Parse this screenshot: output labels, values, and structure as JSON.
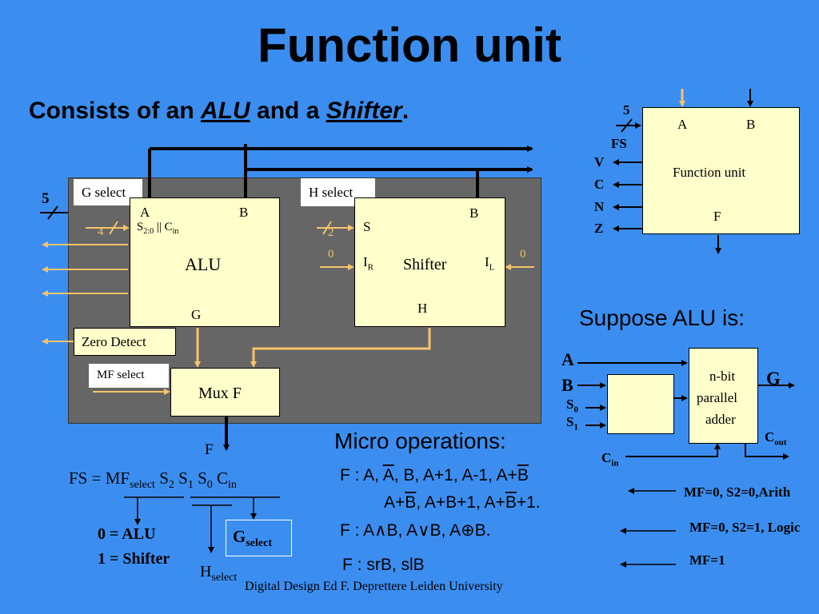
{
  "title": "Function unit",
  "subtitle": {
    "prefix": "Consists of an ",
    "alu": "ALU",
    "middle": " and a ",
    "shifter": "Shifter",
    "suffix": "."
  },
  "main_diagram": {
    "fs_width": "5",
    "g_select": "G select",
    "h_select": "H select",
    "alu_label": "ALU",
    "alu_a": "A",
    "alu_b": "B",
    "alu_g": "G",
    "alu_s": "S",
    "alu_s_sub": "2:0",
    "alu_or": " || C",
    "alu_in": "in",
    "alu_width": "4",
    "shifter_label": "Shifter",
    "shifter_s": "S",
    "shifter_b": "B",
    "shifter_h": "H",
    "shifter_ir": "I",
    "shifter_ir_sub": "R",
    "shifter_il": "I",
    "shifter_il_sub": "L",
    "shifter_width": "2",
    "zero_left": "0",
    "zero_right": "0",
    "zero_detect": "Zero Detect",
    "mf_select": "MF select",
    "mux_f": "Mux F",
    "output_f": "F"
  },
  "fs_equation": {
    "lhs": "FS = MF",
    "select_sub": "select",
    "s2": "S",
    "s2_sub": "2",
    "s1": "S",
    "s1_sub": "1",
    "s0": "S",
    "s0_sub": "0",
    "cin": "C",
    "cin_sub": "in",
    "alu_line": "0 = ALU",
    "shifter_line": "1 = Shifter",
    "g_select": "G",
    "g_select_sub": "select",
    "h_select": "H",
    "h_select_sub": "select"
  },
  "function_unit_box": {
    "fs_width": "5",
    "fs": "FS",
    "a": "A",
    "b": "B",
    "label": "Function unit",
    "f": "F",
    "v": "V",
    "c": "C",
    "n": "N",
    "z": "Z"
  },
  "suppose": {
    "heading": "Suppose ALU is:",
    "a": "A",
    "b": "B",
    "s0": "S",
    "s0_sub": "0",
    "s1": "S",
    "s1_sub": "1",
    "adder_line1": "n-bit",
    "adder_line2": "parallel",
    "adder_line3": "adder",
    "g": "G",
    "cin": "C",
    "cin_sub": "in",
    "cout": "C",
    "cout_sub": "out"
  },
  "micro_ops": {
    "heading": "Micro operations:",
    "arith_prefix": "F :  A, ",
    "arith_abar": "A",
    "arith_rest": ", B, A+1, A-1, A+",
    "arith_bbar": "B",
    "arith2_pre": "A+",
    "arith2_bbar": "B",
    "arith2_mid": ", A+B+1, A+",
    "arith2_bbar2": "B",
    "arith2_end": "+1.",
    "logic": "F :   A∧B, A∨B, A⊕B.",
    "shift": "F : srB, slB",
    "arith_mf": "MF=0, S2=0,Arith",
    "logic_mf": "MF=0, S2=1, Logic",
    "shift_mf": "MF=1"
  },
  "footer": "Digital Design Ed F. Deprettere  Leiden University"
}
